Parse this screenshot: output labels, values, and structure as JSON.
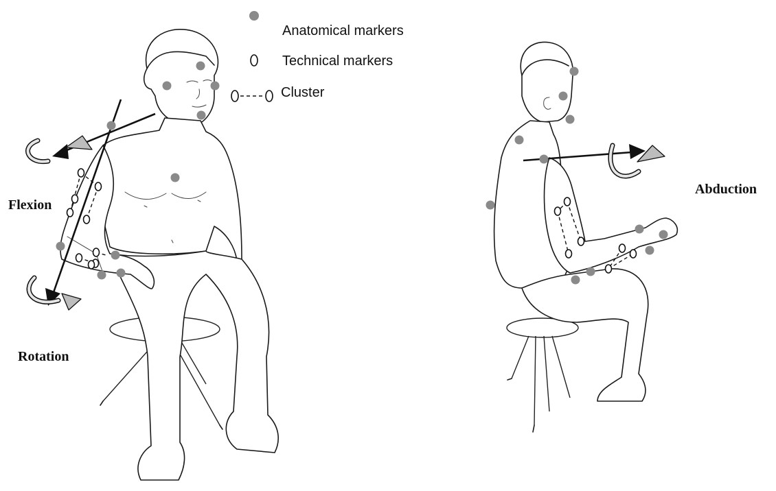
{
  "legend": {
    "anatomical_label": "Anatomical markers",
    "technical_label": "Technical markers",
    "cluster_label": "Cluster"
  },
  "left_figure": {
    "flexion_label": "Flexion",
    "rotation_label": "Rotation"
  },
  "right_figure": {
    "abduction_label": "Abduction"
  },
  "colors": {
    "anatomical_marker": "#8a8a8a",
    "technical_marker": "#ffffff",
    "axis_arrow": "#111111",
    "rotation_arrow": "#bdbdbd"
  }
}
